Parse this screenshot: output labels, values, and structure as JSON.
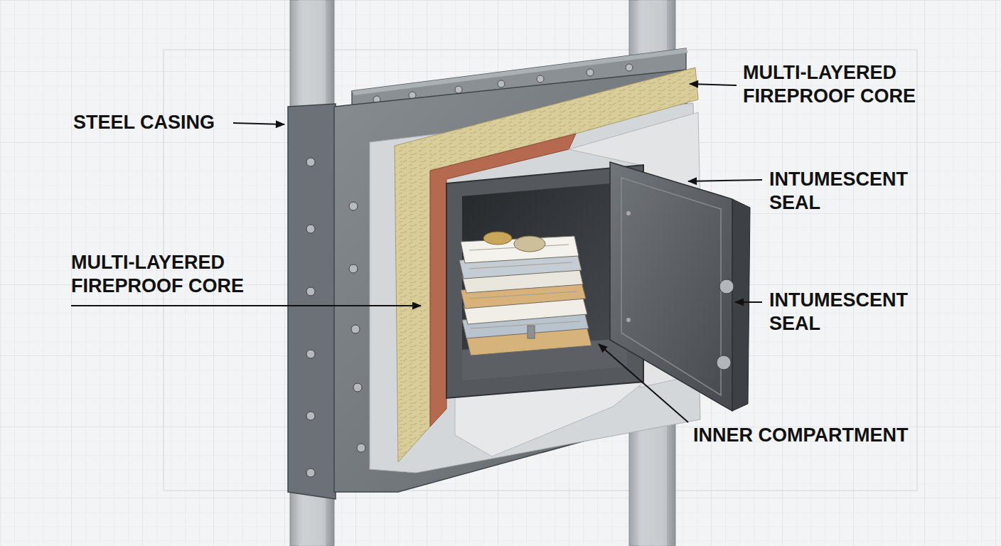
{
  "diagram": {
    "labels": [
      "MULTI-LAYERED FIREPROOF CORE",
      "STEEL CASING",
      "INTUMESCENT SEAL",
      "MULTI-LAYERED FIREPROOF CORE",
      "INTUMESCENT SEAL",
      "INNER COMPARTMENT"
    ]
  }
}
